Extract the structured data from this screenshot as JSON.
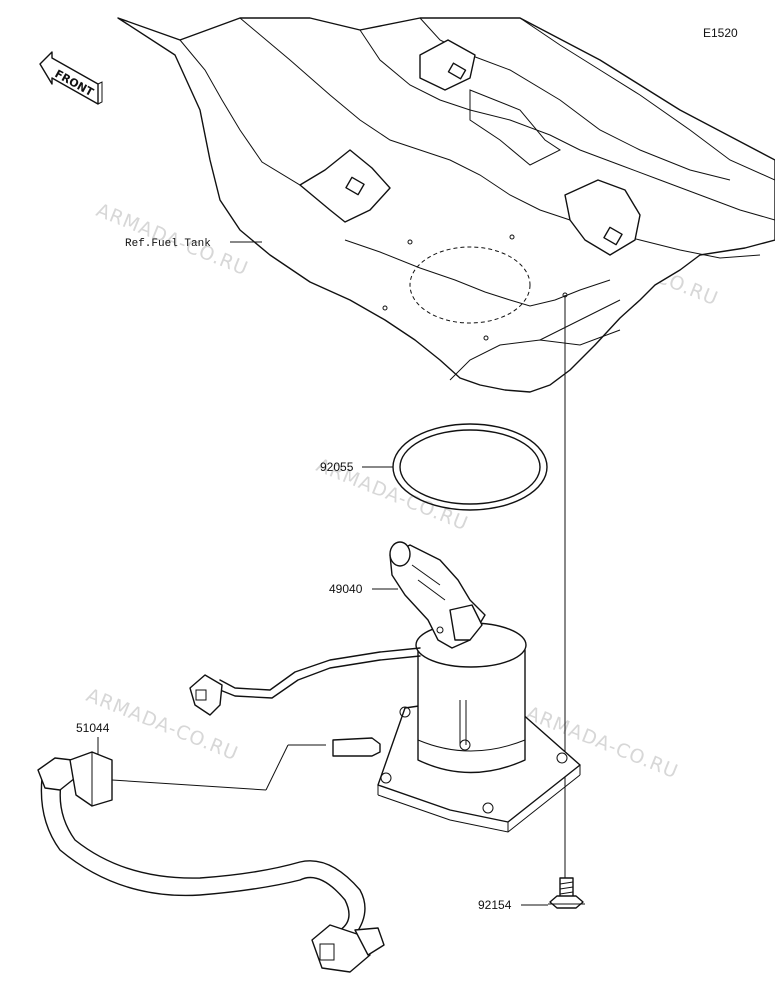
{
  "diagram_code": "E1520",
  "direction_label": "FRONT",
  "reference_label": "Ref.Fuel Tank",
  "watermark": "ARMADA-CO.RU",
  "parts": [
    {
      "number": "92055"
    },
    {
      "number": "49040"
    },
    {
      "number": "51044"
    },
    {
      "number": "92154"
    }
  ]
}
